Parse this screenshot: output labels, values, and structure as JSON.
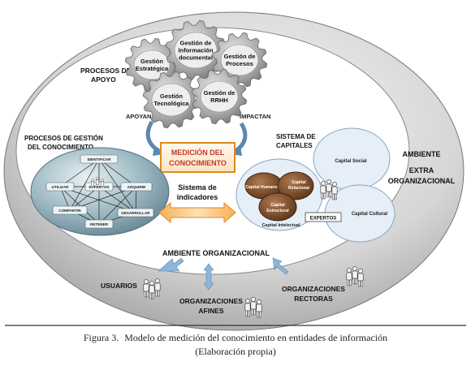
{
  "support": {
    "title_line1": "PROCESOS DE",
    "title_line2": "APOYO",
    "gears": [
      {
        "line1": "Gestión",
        "line2": "Estratégica",
        "line3": ""
      },
      {
        "line1": "Gestión de",
        "line2": "Información",
        "line3": "documental"
      },
      {
        "line1": "Gestión de",
        "line2": "Procesos",
        "line3": ""
      },
      {
        "line1": "Gestión",
        "line2": "Tecnológica",
        "line3": ""
      },
      {
        "line1": "Gestión de",
        "line2": "RRHH",
        "line3": ""
      }
    ],
    "apoyan": "APOYAN",
    "impactan": "IMPACTAN"
  },
  "measurement": {
    "line1": "MEDICIÓN DEL",
    "line2": "CONOCIMIENTO"
  },
  "knowledge_processes": {
    "title_line1": "PROCESOS DE GESTIÓN",
    "title_line2": "DEL CONOCIMIENTO",
    "nodes": [
      "IDENTIFICAR",
      "UTILIZAR",
      "EXPERTOS",
      "ADQUIRIR",
      "COMPARTIR",
      "RETENER",
      "DESARROLLAR"
    ]
  },
  "indicators": {
    "line1": "Sistema de",
    "line2": "indicadores"
  },
  "capitals": {
    "title_line1": "SISTEMA DE",
    "title_line2": "CAPITALES",
    "social": "Capital Social",
    "cultural": "Capital Cultural",
    "human": "Capital Humano",
    "relational_line1": "Capital",
    "relational_line2": "Relacional",
    "structural_line1": "Capital",
    "structural_line2": "Estructural",
    "intellectual": "Capital Intelectual",
    "experts": "EXPERTOS"
  },
  "external": {
    "line1": "AMBIENTE",
    "line2": "EXTRA",
    "line3": "ORGANIZACIONAL"
  },
  "organizational": "AMBIENTE ORGANIZACIONAL",
  "stakeholders": {
    "users": "USUARIOS",
    "affine_line1": "ORGANIZACIONES",
    "affine_line2": "AFINES",
    "rector_line1": "ORGANIZACIONES",
    "rector_line2": "RECTORAS"
  },
  "caption": {
    "label": "Figura 3.",
    "text": "Modelo de medición del conocimiento en entidades de información",
    "line2": "(Elaboración propia)"
  },
  "colors": {
    "measurement_border": "#e08a1e",
    "measurement_text": "#c0392b",
    "capital_brown": "#7a4a26",
    "indicator_arrow": "#f4a23a"
  }
}
